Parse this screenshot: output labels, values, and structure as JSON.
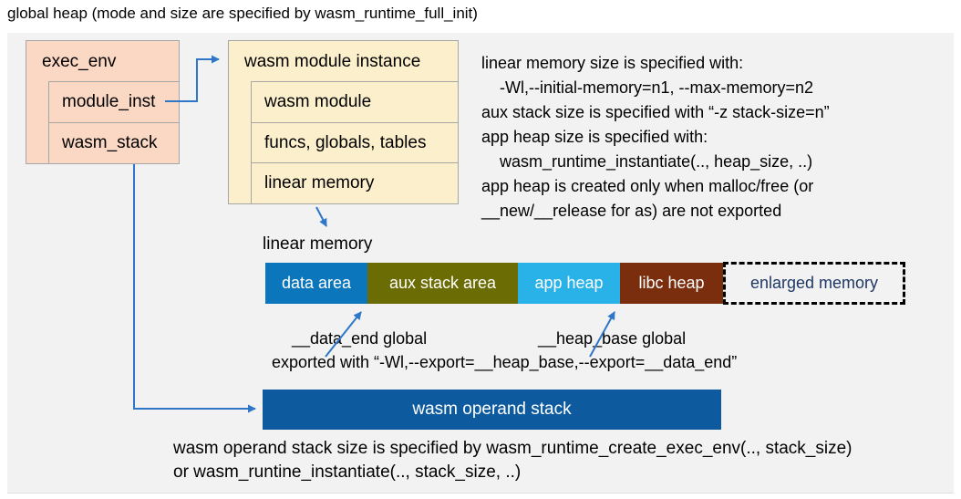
{
  "title": "global heap (mode and size are specified by wasm_runtime_full_init)",
  "exec_env": {
    "header": "exec_env",
    "rows": [
      "module_inst",
      "wasm_stack"
    ]
  },
  "module_instance": {
    "header": "wasm module instance",
    "rows": [
      "wasm module",
      "funcs, globals, tables",
      "linear memory"
    ]
  },
  "notes_right": {
    "lines": [
      "linear memory size is specified with:",
      "-Wl,--initial-memory=n1, --max-memory=n2",
      "aux stack size is specified with “-z stack-size=n”",
      "app heap size is specified with:",
      "wasm_runtime_instantiate(.., heap_size, ..)",
      "app heap is created only when malloc/free (or",
      "__new/__release for as) are not exported"
    ]
  },
  "linear_memory": {
    "label": "linear memory",
    "segments": [
      {
        "label": "data area",
        "color": "#0B76BB"
      },
      {
        "label": "aux stack area",
        "color": "#6B6D04"
      },
      {
        "label": "app heap",
        "color": "#29B2E8"
      },
      {
        "label": "libc heap",
        "color": "#7A2E0E"
      },
      {
        "label": "enlarged memory",
        "color": "dashed-outline",
        "text_color": "#1F3864"
      }
    ],
    "annotations": {
      "data_end": "__data_end global",
      "heap_base": "__heap_base global",
      "exported": "exported with “-Wl,--export=__heap_base,--export=__data_end”"
    }
  },
  "operand_stack": {
    "label": "wasm operand stack",
    "note_line1": "wasm operand stack size is specified by wasm_runtime_create_exec_env(.., stack_size)",
    "note_line2": "or wasm_runtine_instantiate(.., stack_size, ..)"
  },
  "colors": {
    "panel_background": "#F2F2F2",
    "exec_env_fill": "#FAD8C4",
    "module_instance_fill": "#FCEFCB",
    "box_border": "#A6A6A6",
    "operand_stack_fill": "#0D5B9E",
    "connector_blue": "#2E77C8"
  }
}
